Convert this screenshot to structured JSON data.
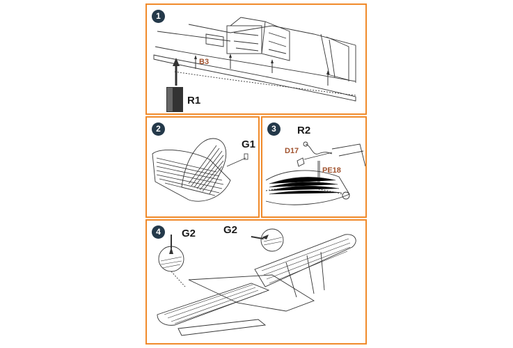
{
  "colors": {
    "frame": "#f08a2a",
    "badge": "#24394a",
    "part_ref_brown": "#a0522d",
    "line": "#333333"
  },
  "steps": [
    {
      "number": "1",
      "labels": {
        "b3": "B3",
        "r1": "R1"
      }
    },
    {
      "number": "2",
      "labels": {
        "g1": "G1"
      }
    },
    {
      "number": "3",
      "labels": {
        "r2": "R2",
        "d17": "D17",
        "pe18": "PE18"
      }
    },
    {
      "number": "4",
      "labels": {
        "g2_left": "G2",
        "g2_right": "G2"
      }
    }
  ]
}
